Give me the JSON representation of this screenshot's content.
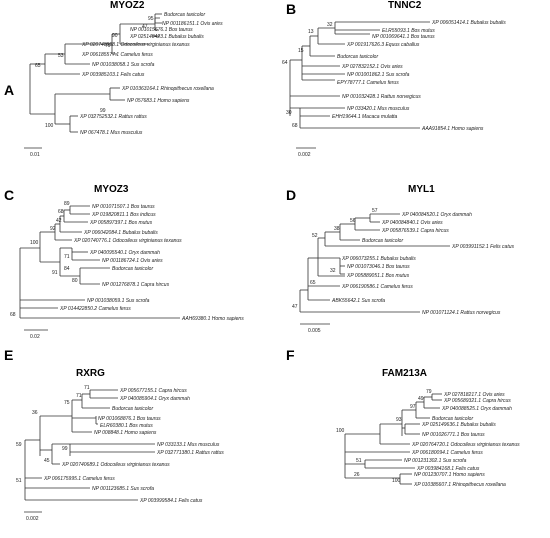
{
  "panels": [
    {
      "letter": "A",
      "title": "MYOZ2",
      "scale": "0.01",
      "taxa": [
        "Budorcas taxicolor",
        "NP 001186151.1 Ovis aries",
        "NP 001015676.1 Bos taurus",
        "XP 025148423.1 Bubalus bubalis",
        "XP 020748888.1 Odocoileus virginianus texanus",
        "XP 006185577.1 Camelus ferus",
        "NP 001038058.1 Sus scrofa",
        "XP 003985103.1 Felis catus",
        "XP 010363164.1 Rhinopithecus roxellana",
        "NP 057683.1 Homo sapiens",
        "XP 032752532.1 Rattus rattus",
        "NP 067478.1 Mus musculus"
      ],
      "support": [
        "95",
        "47",
        "90",
        "79",
        "53",
        "65",
        "100",
        "99"
      ]
    },
    {
      "letter": "B",
      "title": "TNNC2",
      "scale": "0.002",
      "taxa": [
        "XP 006051414.1 Bubalus bubalis",
        "ELR55093.1 Bos mutus",
        "NP 001069641.1 Bos taurus",
        "XP 001917626.3 Equus caballus",
        "Budorcas taxicolor",
        "XP 027832152.1 Ovis aries",
        "NP 001001862.1 Sus scrofa",
        "EPY78777.1 Camelus ferus",
        "NP 001032428.1 Rattus norvegicus",
        "NP 033420.1 Mus musculus",
        "EHH19644.1 Macaca mulatta",
        "AAA91854.1 Homo sapiens"
      ],
      "support": [
        "32",
        "13",
        "15",
        "64",
        "30",
        "68"
      ]
    },
    {
      "letter": "C",
      "title": "MYOZ3",
      "scale": "0.02",
      "taxa": [
        "NP 001071507.1 Bos taurus",
        "XP 019820811.1 Bos indicus",
        "XP 005897397.1 Bos mutus",
        "XP 006042084.1 Bubalus bubalis",
        "XP 020740776.1 Odocoileus virginianus texanus",
        "XP 040095540.1 Oryx dammah",
        "NP 001186724.1 Ovis aries",
        "Budorcas taxicolor",
        "NP 001276878.1 Capra hircus",
        "NP 001038059.1 Sus scrofa",
        "XP 014422850.2 Camelus ferus",
        "AAH69380.1 Homo sapiens"
      ],
      "support": [
        "89",
        "68",
        "42",
        "92",
        "100",
        "71",
        "91",
        "84",
        "80",
        "68"
      ]
    },
    {
      "letter": "D",
      "title": "MYL1",
      "scale": "0.005",
      "taxa": [
        "XP 040084520.1 Oryx dammah",
        "XP 040084840.1 Ovis aries",
        "XP 005876539.1 Capra hircus",
        "Budorcas taxicolor",
        "XP 003991152.1 Felis catus",
        "XP 006073255.1 Bubalus bubalis",
        "NP 001073046.1 Bos taurus",
        "XP 005889051.1 Bos mutus",
        "XP 006190586.1 Camelus ferus",
        "ABK55642.1 Sus scrofa",
        "NP 001071124.1 Rattus norvegicus"
      ],
      "support": [
        "57",
        "56",
        "38",
        "52",
        "32",
        "65",
        "47"
      ]
    },
    {
      "letter": "E",
      "title": "RXRG",
      "scale": "0.002",
      "taxa": [
        "XP 005677155.1 Capra hircus",
        "XP 040085904.1 Oryx dammah",
        "Budorcas taxicolor",
        "NP 001068876.1 Bos taurus",
        "ELR60380.1 Bos mutus",
        "NP 008848.1 Homo sapiens",
        "NP 033133.1 Mus musculus",
        "XP 032771380.1 Rattus rattus",
        "XP 020740689.1 Odocoileus virginianus texanus",
        "XP 006175995.1 Camelus ferus",
        "NP 001123685.1 Sus scrofa",
        "XP 003999584.1 Felis catus"
      ],
      "support": [
        "71",
        "71",
        "75",
        "36",
        "45",
        "99",
        "59",
        "51"
      ]
    },
    {
      "letter": "F",
      "title": "FAM213A",
      "scale": "",
      "taxa": [
        "XP 027818217.1 Ovis aries",
        "XP 005689321.1 Capra hircus",
        "XP 040088525.1 Oryx dammah",
        "Budorcas taxicolor",
        "XP 025149636.1 Bubalus bubalis",
        "NP 001026771.1 Bos taurus",
        "XP 020764720.1 Odocoileus virginianus texanus",
        "XP 006180094.1 Camelus ferus",
        "NP 001231302.1 Sus scrofa",
        "XP 003984168.1 Felis catus",
        "NP 001230707.1 Homo sapiens",
        "XP 010385607.1 Rhinopithecus roxellana"
      ],
      "support": [
        "79",
        "49",
        "97",
        "93",
        "100",
        "51",
        "26",
        "100"
      ]
    }
  ]
}
